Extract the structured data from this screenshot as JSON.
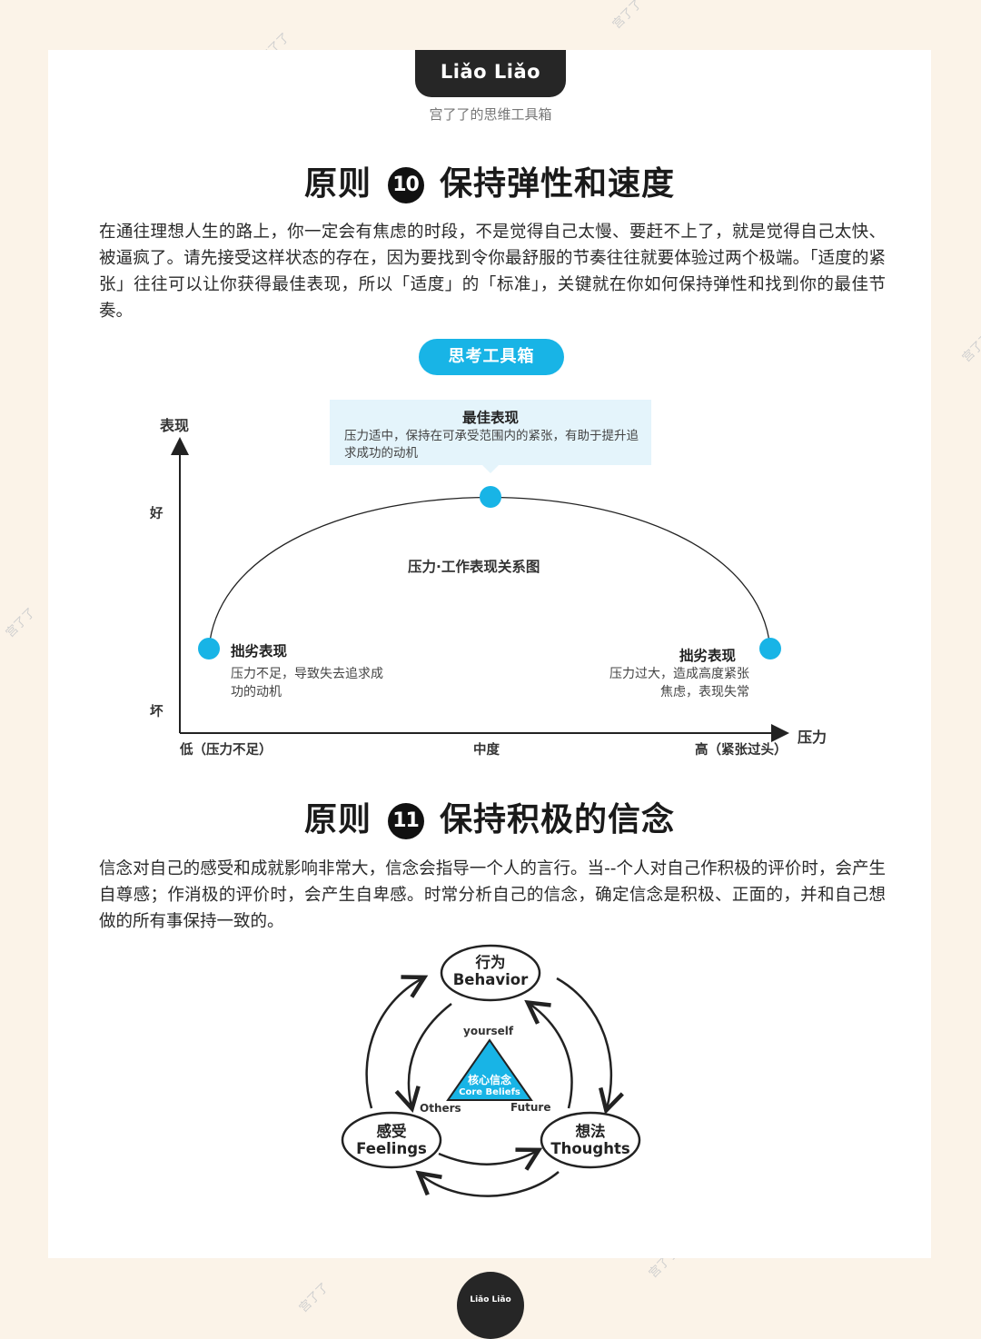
{
  "brand": {
    "logo": "Liǎo Liǎo",
    "subtitle": "宫了了的思维工具箱",
    "badge": "Liǎo Liǎo"
  },
  "section10": {
    "heading_pre": "原则",
    "number": "10",
    "heading_post": "保持弹性和速度",
    "paragraph": "在通往理想人生的路上，你一定会有焦虑的时段，不是觉得自己太慢、要赶不上了，就是觉得自己太快、被逼疯了。请先接受这样状态的存在，因为要找到令你最舒服的节奏往往就要体验过两个极端。「适度的紧张」往往可以让你获得最佳表现，所以「适度」的「标准」，关键就在你如何保持弹性和找到你的最佳节奏。",
    "toolbox_label": "思考工具箱"
  },
  "chart_data": {
    "type": "line",
    "title": "压力·工作表现关系图",
    "xlabel": "压力",
    "ylabel": "表现",
    "x_ticks": [
      "低（压力不足）",
      "中度",
      "高（紧张过头）"
    ],
    "y_ticks": [
      "好",
      "坏"
    ],
    "points": [
      {
        "x": "低（压力不足）",
        "y": "坏",
        "title": "拙劣表现",
        "desc": "压力不足，导致失去追求成功的动机"
      },
      {
        "x": "中度",
        "y": "好",
        "title": "最佳表现",
        "desc": "压力适中，保持在可承受范围内的紧张，有助于提升追求成功的动机"
      },
      {
        "x": "高（紧张过头）",
        "y": "坏",
        "title": "拙劣表现",
        "desc": "压力过大，造成高度紧张焦虑，表现失常"
      }
    ],
    "curve": "inverted-u",
    "accent_color": "#18b4e6",
    "grid": false
  },
  "section11": {
    "heading_pre": "原则",
    "number": "11",
    "heading_post": "保持积极的信念",
    "paragraph": "信念对自己的感受和成就影响非常大，信念会指导一个人的言行。当--个人对自己作积极的评价时，会产生自尊感；作消极的评价时，会产生自卑感。时常分析自己的信念，确定信念是积极、正面的，并和自己想做的所有事保持一致的。"
  },
  "diagram": {
    "behavior": {
      "cn": "行为",
      "en": "Behavior"
    },
    "feelings": {
      "cn": "感受",
      "en": "Feelings"
    },
    "thoughts": {
      "cn": "想法",
      "en": "Thoughts"
    },
    "core": {
      "cn": "核心信念",
      "en": "Core Beliefs"
    },
    "corners": {
      "top": "yourself",
      "left": "Others",
      "right": "Future"
    },
    "accent_color": "#18b4e6"
  },
  "watermark": "宫了了"
}
